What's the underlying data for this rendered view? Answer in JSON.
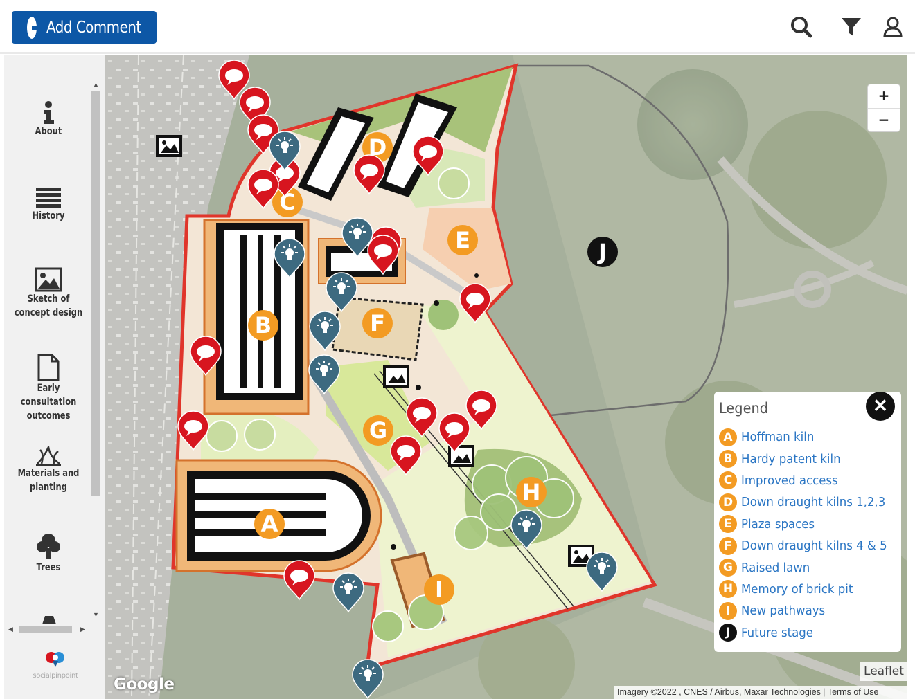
{
  "toolbar": {
    "add_comment_label": "Add Comment",
    "icons": [
      "search-icon",
      "filter-icon",
      "user-icon"
    ]
  },
  "sidebar": {
    "items": [
      {
        "label": "About",
        "icon": "info-icon"
      },
      {
        "label": "History",
        "icon": "list-icon"
      },
      {
        "label": "Sketch of concept design",
        "icon": "image-icon"
      },
      {
        "label": "Early consultation outcomes",
        "icon": "document-icon"
      },
      {
        "label": "Materials and planting",
        "icon": "grass-icon"
      },
      {
        "label": "Trees",
        "icon": "tree-icon"
      }
    ],
    "logo_text_a": "social",
    "logo_text_b": "pinpoint"
  },
  "map": {
    "zoom_in": "+",
    "zoom_out": "−",
    "area_labels": [
      "A",
      "B",
      "C",
      "D",
      "E",
      "F",
      "G",
      "H",
      "I",
      "J"
    ],
    "watermark": "Google",
    "leaflet_label": "Leaflet",
    "imagery_credit": "Imagery ©2022 , CNES / Airbus, Maxar Technologies",
    "terms_label": "Terms of Use",
    "colors": {
      "boundary": "#e0352b",
      "comment_pin": "#d7151f",
      "idea_pin": "#3d6a80",
      "area_label": "#f39b23",
      "future_label": "#111111"
    }
  },
  "legend": {
    "title": "Legend",
    "items": [
      {
        "badge": "A",
        "label": "Hoffman kiln",
        "color": "#f39b23"
      },
      {
        "badge": "B",
        "label": "Hardy patent kiln",
        "color": "#f39b23"
      },
      {
        "badge": "C",
        "label": "Improved access",
        "color": "#f39b23"
      },
      {
        "badge": "D",
        "label": "Down draught kilns 1,2,3",
        "color": "#f39b23"
      },
      {
        "badge": "E",
        "label": "Plaza spaces",
        "color": "#f39b23"
      },
      {
        "badge": "F",
        "label": "Down draught kilns 4 & 5",
        "color": "#f39b23"
      },
      {
        "badge": "G",
        "label": "Raised lawn",
        "color": "#f39b23"
      },
      {
        "badge": "H",
        "label": "Memory of brick pit",
        "color": "#f39b23"
      },
      {
        "badge": "I",
        "label": "New pathways",
        "color": "#f39b23"
      },
      {
        "badge": "J",
        "label": "Future stage",
        "color": "#111111"
      }
    ]
  }
}
